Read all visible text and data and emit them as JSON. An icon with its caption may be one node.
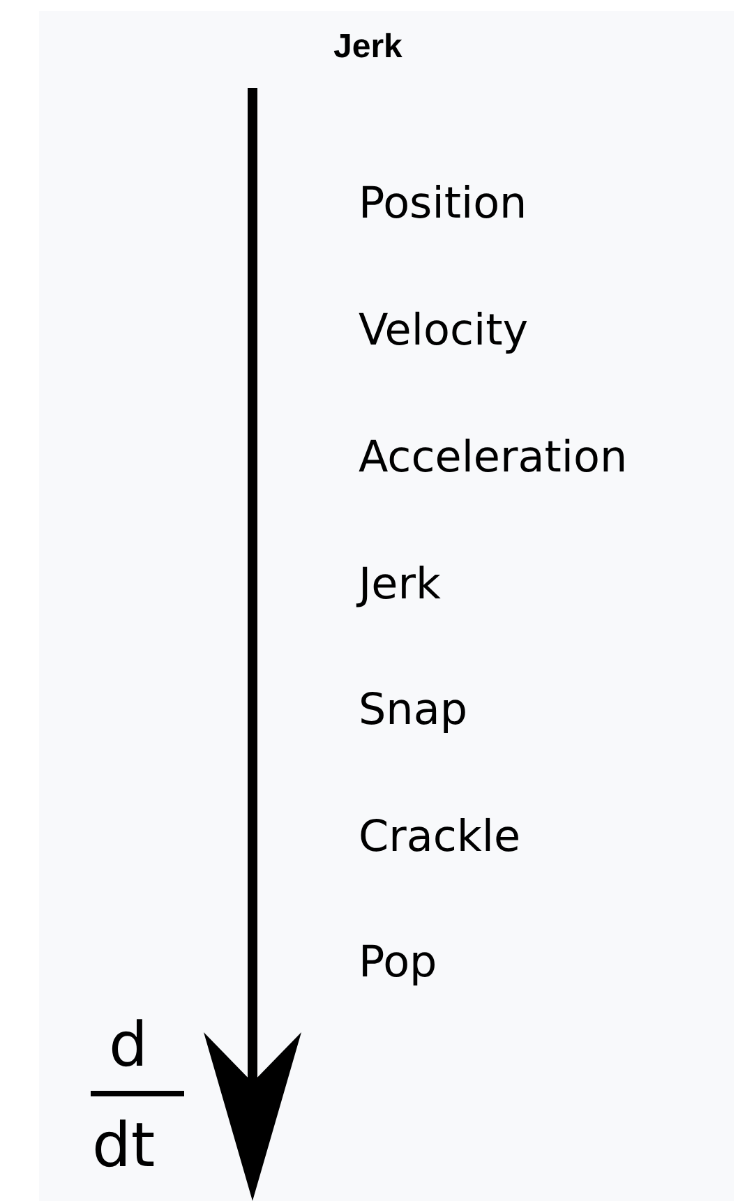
{
  "diagram": {
    "title": "Jerk",
    "labels": [
      "Position",
      "Velocity",
      "Acceleration",
      "Jerk",
      "Snap",
      "Crackle",
      "Pop",
      "d",
      "dt"
    ]
  }
}
